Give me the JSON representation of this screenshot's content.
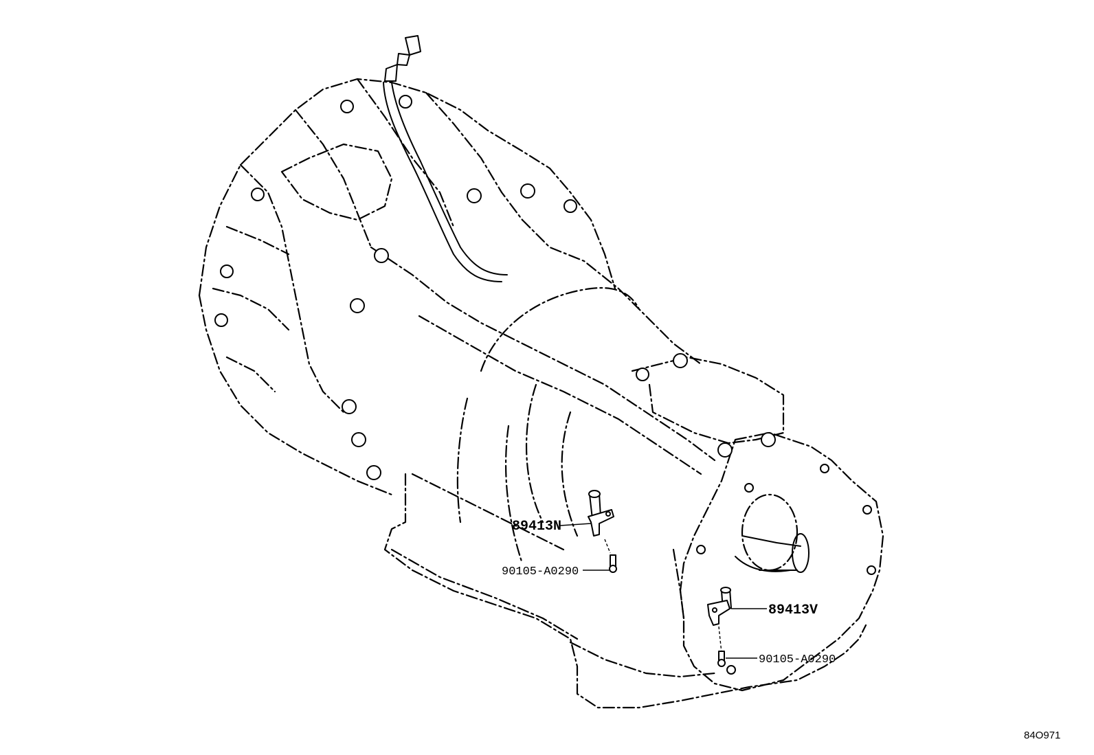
{
  "callouts": {
    "sensor_upper": "89413N",
    "bolt_upper": "90105-A0290",
    "sensor_lower": "89413V",
    "bolt_lower": "90105-A0290"
  },
  "illustration_code": "84O971"
}
